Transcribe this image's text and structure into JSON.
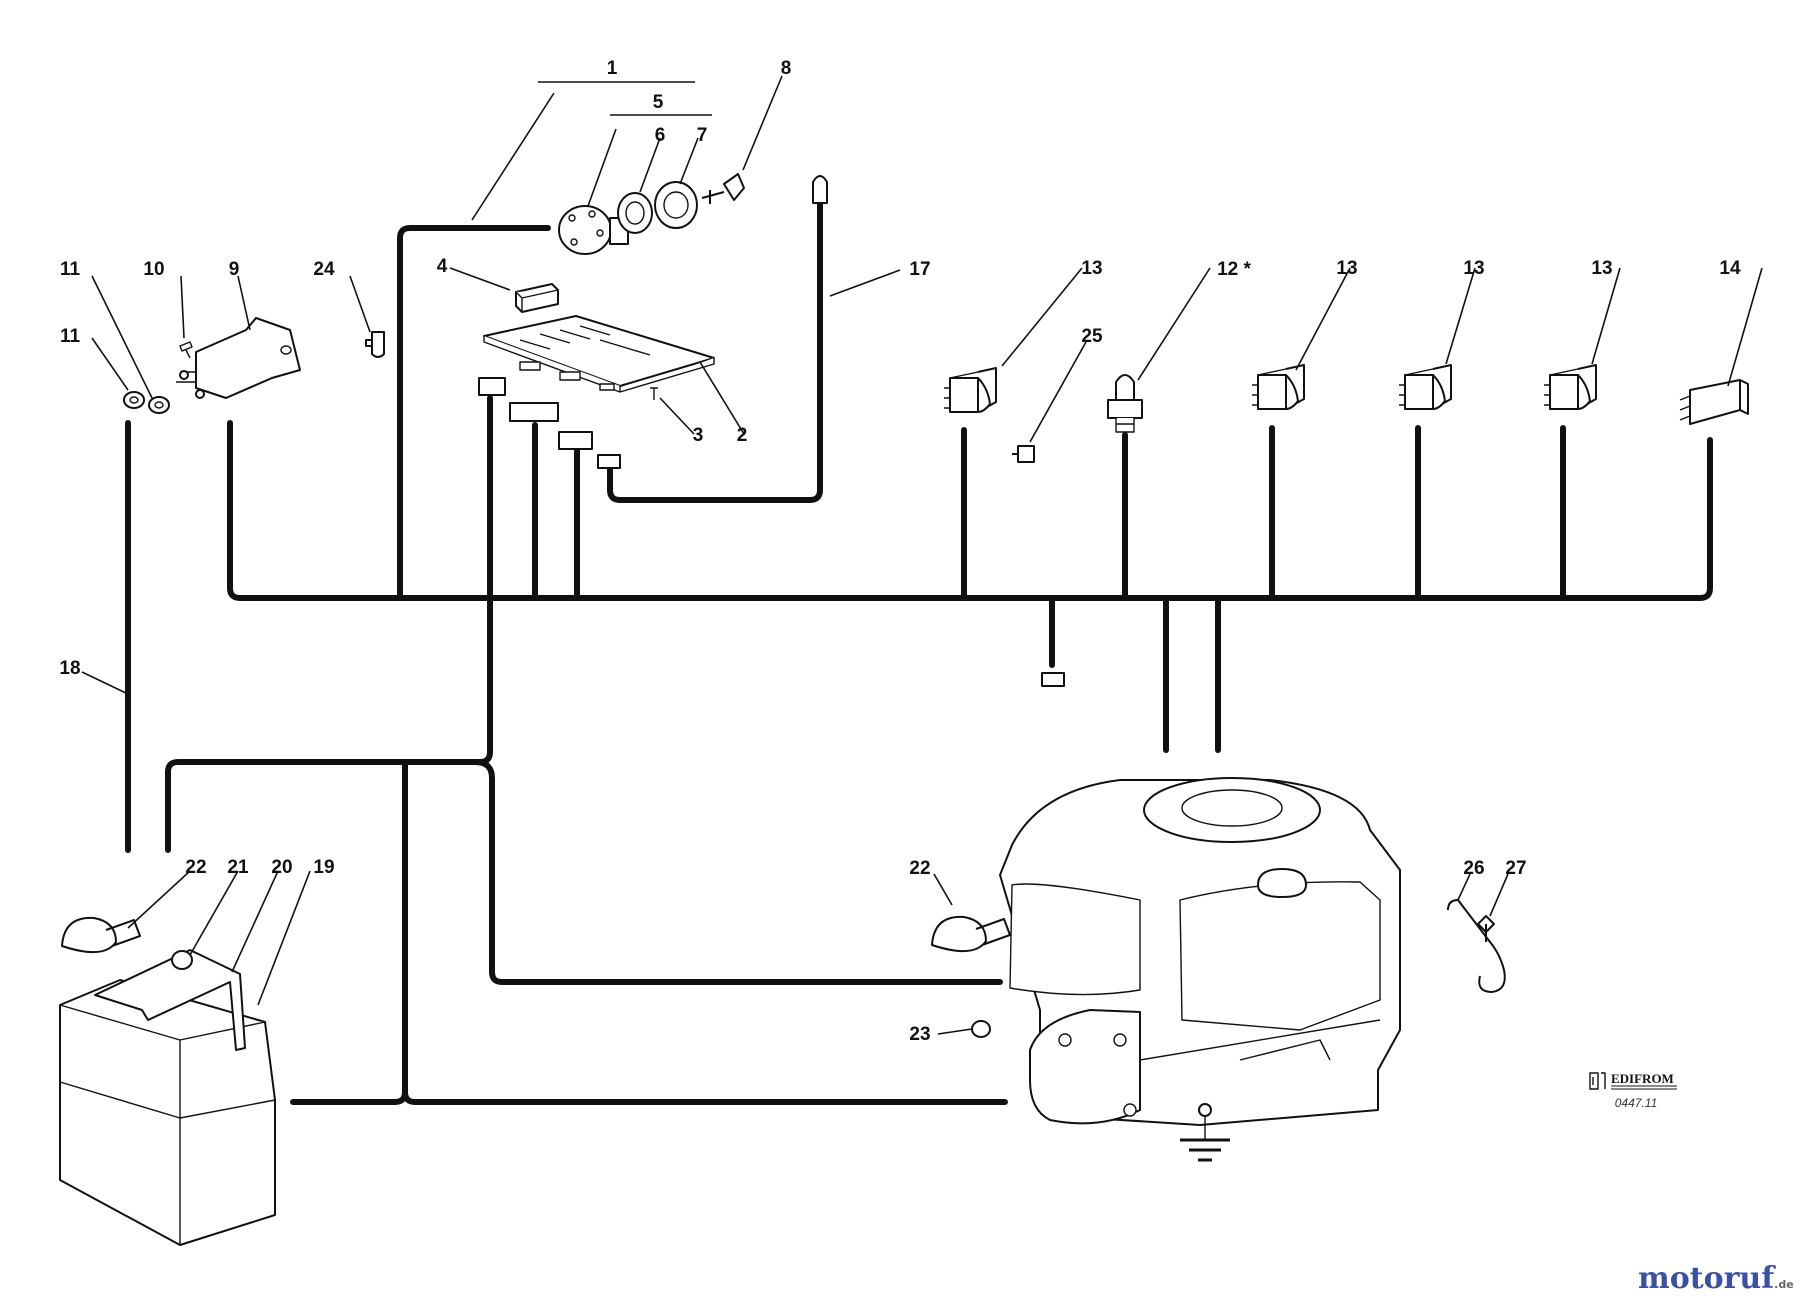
{
  "diagram": {
    "labels": [
      {
        "id": "1",
        "text": "1"
      },
      {
        "id": "2",
        "text": "2"
      },
      {
        "id": "3",
        "text": "3"
      },
      {
        "id": "4",
        "text": "4"
      },
      {
        "id": "5",
        "text": "5"
      },
      {
        "id": "6",
        "text": "6"
      },
      {
        "id": "7",
        "text": "7"
      },
      {
        "id": "8",
        "text": "8"
      },
      {
        "id": "9",
        "text": "9"
      },
      {
        "id": "10",
        "text": "10"
      },
      {
        "id": "11a",
        "text": "11"
      },
      {
        "id": "11b",
        "text": "11"
      },
      {
        "id": "12",
        "text": "12 *"
      },
      {
        "id": "13a",
        "text": "13"
      },
      {
        "id": "13b",
        "text": "13"
      },
      {
        "id": "13c",
        "text": "13"
      },
      {
        "id": "13d",
        "text": "13"
      },
      {
        "id": "14",
        "text": "14"
      },
      {
        "id": "17",
        "text": "17"
      },
      {
        "id": "18",
        "text": "18"
      },
      {
        "id": "19",
        "text": "19"
      },
      {
        "id": "20",
        "text": "20"
      },
      {
        "id": "21",
        "text": "21"
      },
      {
        "id": "22a",
        "text": "22"
      },
      {
        "id": "22b",
        "text": "22"
      },
      {
        "id": "23",
        "text": "23"
      },
      {
        "id": "24",
        "text": "24"
      },
      {
        "id": "25",
        "text": "25"
      },
      {
        "id": "26",
        "text": "26"
      },
      {
        "id": "27",
        "text": "27"
      }
    ]
  },
  "footer": {
    "brand": "EDIFROM",
    "diagram_code": "0447.11",
    "watermark_main": "motoruf",
    "watermark_tld": ".de"
  }
}
